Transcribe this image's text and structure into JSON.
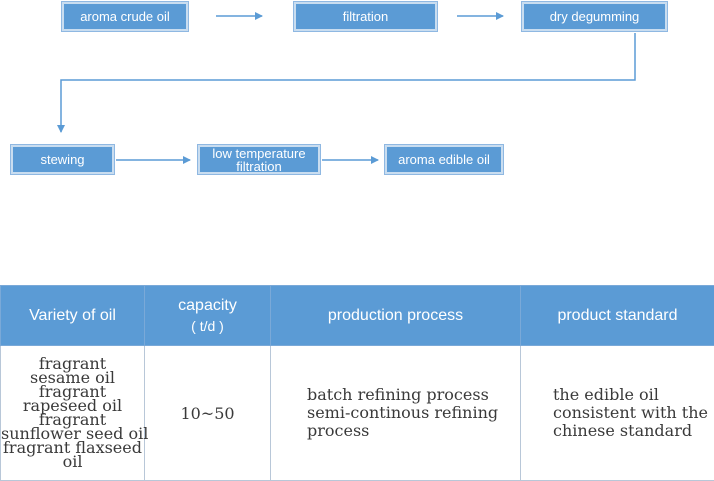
{
  "flow": {
    "row1": [
      "aroma crude oil",
      "filtration",
      "dry degumming"
    ],
    "row2": [
      "stewing",
      "low temperature filtration",
      "aroma edible oil"
    ],
    "low_temp_line1": "low temperature",
    "low_temp_line2": "filtration"
  },
  "table": {
    "headers": {
      "variety": "Variety of oil",
      "capacity": "capacity",
      "capacity_unit": "( t/d )",
      "process": "production process",
      "standard": "product standard"
    },
    "row": {
      "varieties": [
        "fragrant",
        "sesame oil",
        "fragrant",
        "rapeseed oil",
        "fragrant",
        "sunflower seed oil",
        "fragrant flaxseed",
        "oil"
      ],
      "capacity": "10~50",
      "process_lines": [
        "batch refining process",
        "semi-continous refining",
        "process"
      ],
      "standard_lines": [
        "the edible oil",
        "consistent with the",
        "chinese standard"
      ]
    }
  },
  "colors": {
    "box": "#5b9bd5",
    "arrow": "#5b9bd5"
  }
}
